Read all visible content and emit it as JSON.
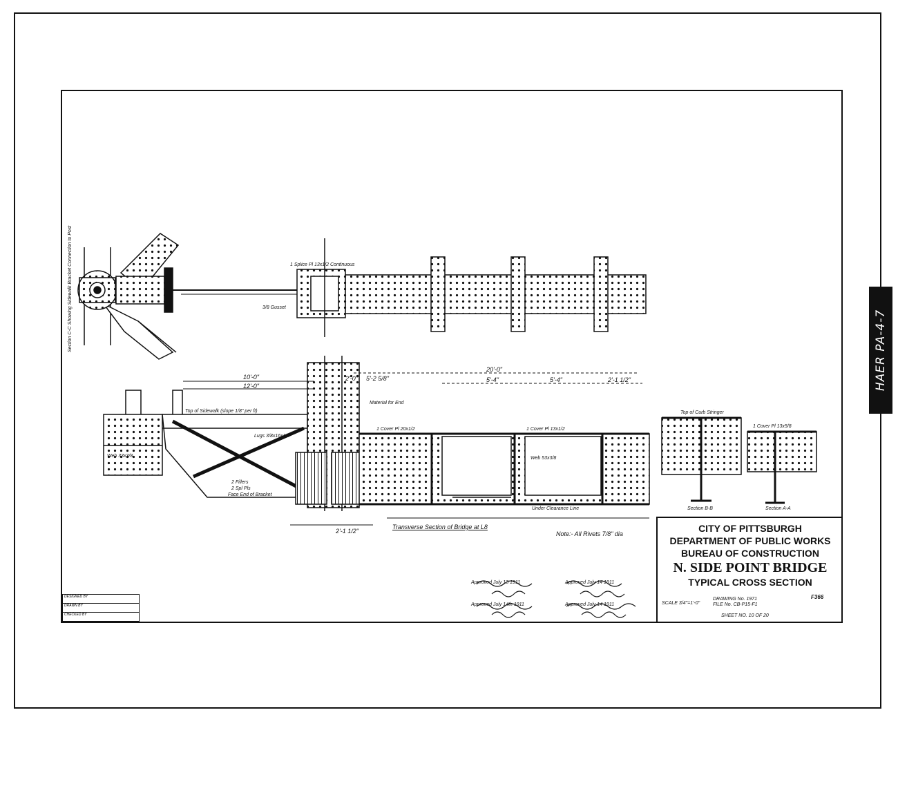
{
  "sheet_tag": "HAER PA-4-7",
  "title_block": {
    "line1": "CITY OF PITTSBURGH",
    "line2": "DEPARTMENT OF PUBLIC WORKS",
    "line3": "BUREAU OF CONSTRUCTION",
    "line4": "N. SIDE POINT BRIDGE",
    "line5": "TYPICAL CROSS SECTION",
    "scale": "SCALE 3/4\"=1'-0\"",
    "drawing_no": "DRAWING No. 1971",
    "file_no": "FILE No. CB-P15-F1",
    "sheet_no": "SHEET NO. 10 OF 20",
    "ref": "F366"
  },
  "dimensions": {
    "d1": "10'-0\"",
    "d2": "12'-0\"",
    "d3": "20'-0\"",
    "d4": "5'-2 5/8\"",
    "d5": "5'-4\"",
    "d6": "5'-4\"",
    "d7": "2'-1 1/2\"",
    "d8": "2'-0\"",
    "d9": "2'-1 1/2\""
  },
  "labels": {
    "top_sidewalk": "Top of Sidewalk (slope 1/8\" per ft)",
    "material_end": "Material for End",
    "cover_pl_a": "1 Cover Pl 20x1/2",
    "cover_pl_b": "1 Cover Pl 13x1/2",
    "cover_pl_c": "1 Cover Pl 13x5/8",
    "web_main": "Web 53x3/8",
    "web_small": "Web 33x3/8",
    "under_clearance": "Under Clearance Line",
    "transverse": "Transverse Section of Bridge at L8",
    "note": "Note:- All Rivets 7/8\" dia",
    "section_bb": "Section B-B",
    "section_aa": "Section A-A",
    "top_curb": "Top of Curb Stringer",
    "section_cc": "Section C-C Showing Sidewalk Bracket Connection to Post",
    "splice": "1 Splice Pl 13x1/2 Continuous",
    "gusset": "3/8 Gusset",
    "face_end": "Face End of Bracket",
    "fillers": "2 Fillers",
    "spl_pls": "2 Spl Pls",
    "lugs": "Lugs 3/8x16x1/4"
  },
  "approvals": {
    "approved1": "Approved July 13 1911",
    "approved2": "Approved July 14 1911",
    "approved3": "Approved July 14th 1911",
    "approved4": "Approved July 14 1911"
  },
  "drafters": {
    "designed": "DESIGNED BY",
    "drawn": "DRAWN BY",
    "checked": "CHECKED BY"
  }
}
